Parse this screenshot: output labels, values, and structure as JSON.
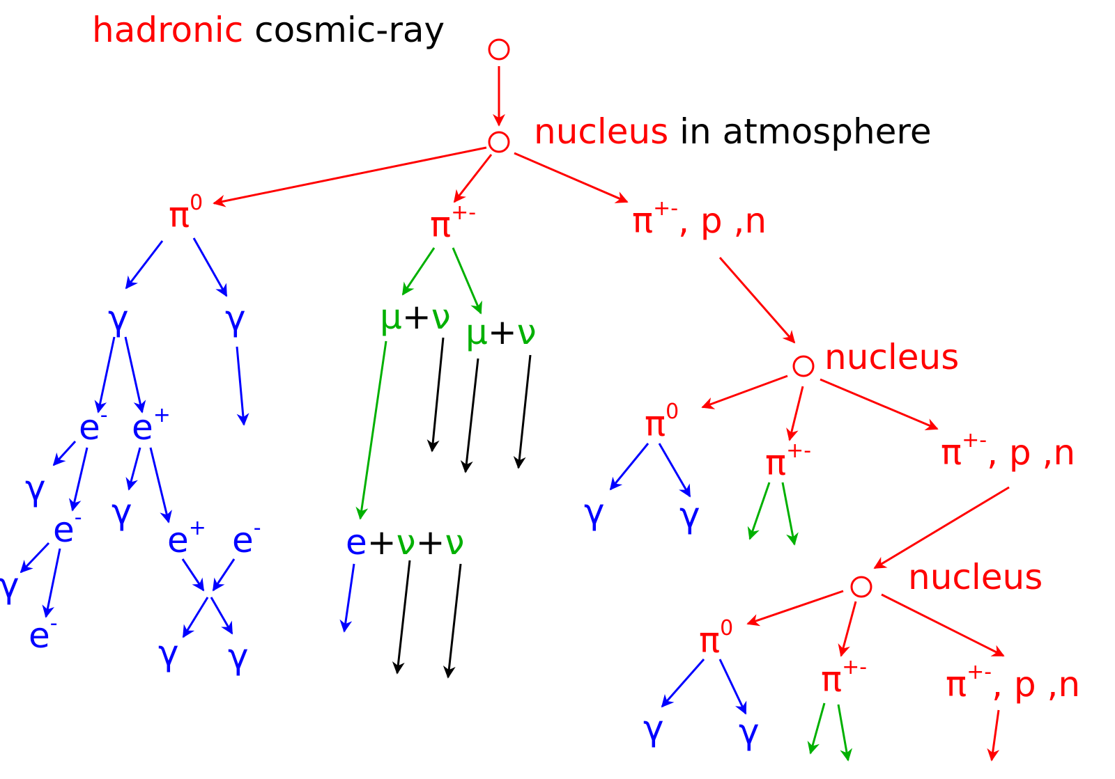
{
  "colors": {
    "hadronic": "#ff0000",
    "electromagnetic": "#0000ff",
    "muonic": "#00b000",
    "plain": "#000000"
  },
  "title": {
    "word1": "hadronic",
    "word2": " cosmic-ray"
  },
  "first_interaction": {
    "word1": "nucleus",
    "word2": " in atmosphere"
  },
  "nucleus_label": "nucleus",
  "symbols": {
    "pi": "π",
    "sup_zero": "0",
    "sup_pm": "+-",
    "gamma": "γ",
    "e": "e",
    "sup_minus": "-",
    "sup_plus": "+",
    "mu": "μ",
    "nu": "ν",
    "plus": "+",
    "pn_tail": ", p ,n"
  }
}
